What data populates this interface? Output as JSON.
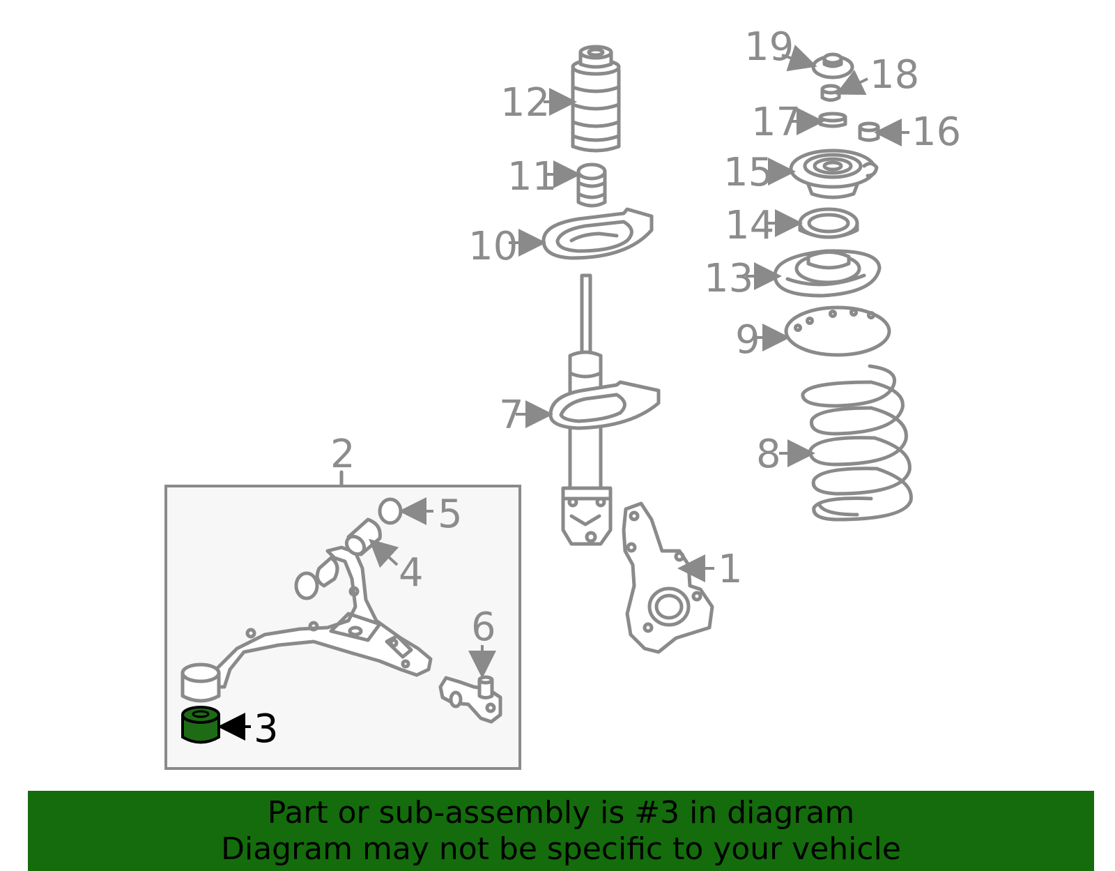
{
  "colors": {
    "line": "#8a8a8a",
    "label": "#8c8c8c",
    "highlight_fill": "#1e6b16",
    "banner_bg": "#146c0c",
    "box_fill": "#f7f7f7"
  },
  "callouts": {
    "c1": "1",
    "c2": "2",
    "c3": "3",
    "c4": "4",
    "c5": "5",
    "c6": "6",
    "c7": "7",
    "c8": "8",
    "c9": "9",
    "c10": "10",
    "c11": "11",
    "c12": "12",
    "c13": "13",
    "c14": "14",
    "c15": "15",
    "c16": "16",
    "c17": "17",
    "c18": "18",
    "c19": "19"
  },
  "highlighted_part": "3",
  "banner": {
    "line1": "Part or sub-assembly is #3 in diagram",
    "line2": "Diagram may not be specific to your vehicle"
  }
}
